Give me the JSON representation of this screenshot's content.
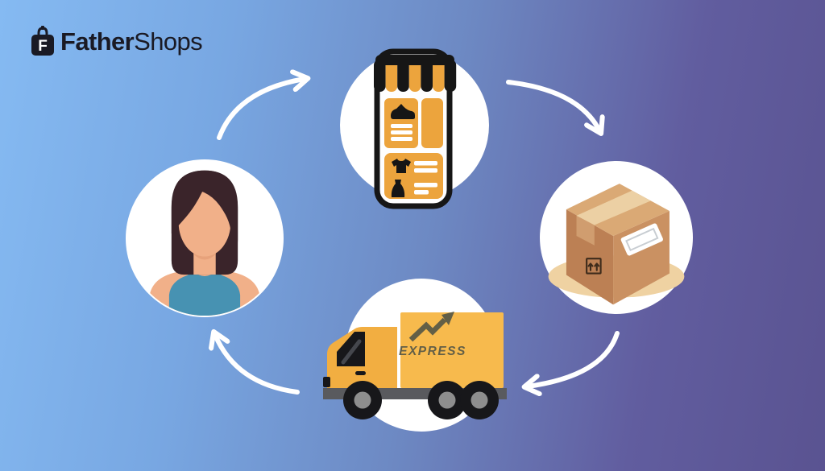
{
  "brand": {
    "icon": "shopping-bag-icon",
    "icon_letter": "F",
    "name_bold": "Father",
    "name_regular": "Shops",
    "text_color": "#1a1a24"
  },
  "diagram": {
    "type": "cycle-flow",
    "direction": "clockwise",
    "truck_label": "EXPRESS",
    "nodes": [
      {
        "id": "online-store",
        "icon": "mobile-storefront-illustration",
        "position": "top"
      },
      {
        "id": "package",
        "icon": "shipping-box-illustration",
        "position": "right"
      },
      {
        "id": "delivery-truck",
        "icon": "express-truck-illustration",
        "position": "bottom"
      },
      {
        "id": "customer",
        "icon": "woman-avatar-illustration",
        "position": "left"
      }
    ],
    "arrows": [
      {
        "from": "customer",
        "to": "online-store"
      },
      {
        "from": "online-store",
        "to": "package"
      },
      {
        "from": "package",
        "to": "delivery-truck"
      },
      {
        "from": "delivery-truck",
        "to": "customer"
      }
    ]
  },
  "colors": {
    "background_gradient_start": "#85baf2",
    "background_gradient_end": "#5a5391",
    "node_circle": "#ffffff",
    "arrow": "#ffffff",
    "accent_orange": "#eca43d",
    "truck_yellow": "#f7ba4d",
    "truck_cab_yellow": "#f2ae41",
    "chassis_gray": "#595a5e",
    "box_front": "#ca9162",
    "box_side": "#bc8054",
    "box_top": "#daa975",
    "box_tape": "#ecd0a4",
    "ground_tan": "#efd2a2",
    "shirt_teal": "#4792b2",
    "hair_brown": "#3a242a",
    "skin": "#f1b089",
    "express_olive": "#635f46"
  }
}
